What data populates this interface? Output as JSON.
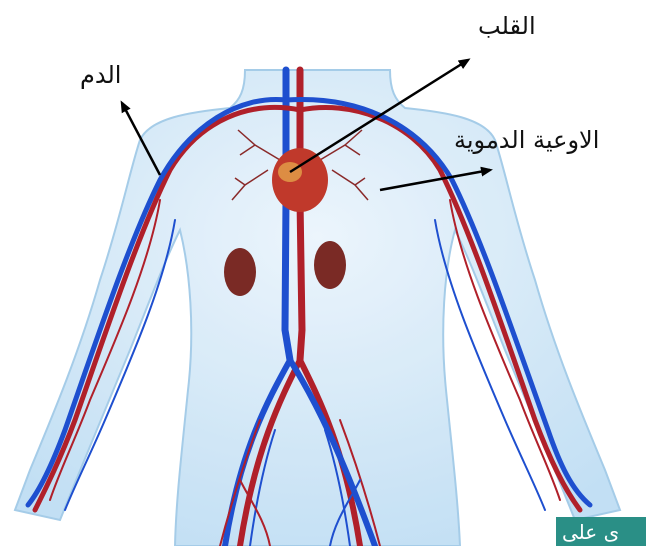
{
  "labels": {
    "heart": "القلب",
    "blood": "الدم",
    "vessels": "الاوعية الدموية"
  },
  "corner_badge": {
    "text": "ى على"
  },
  "colors": {
    "artery": "#b0202a",
    "vein": "#1e4fcf",
    "body": "#cfe6f7",
    "body_outline": "#9cc7e6",
    "organ": "#7a2a25",
    "heart": "#c0392b",
    "badge": "#2a8f86",
    "arrow": "#000000"
  }
}
